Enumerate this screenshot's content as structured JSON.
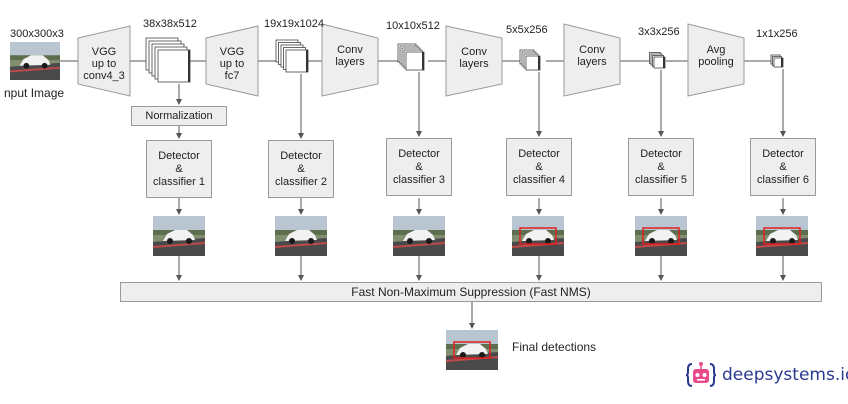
{
  "input": {
    "size_label": "300x300x3",
    "caption": "nput Image"
  },
  "stages": [
    {
      "label": "VGG\nup to\nconv4_3"
    },
    {
      "label": "VGG\nup to\nfc7"
    },
    {
      "label": "Conv\nlayers"
    },
    {
      "label": "Conv\nlayers"
    },
    {
      "label": "Conv\nlayers"
    },
    {
      "label": "Avg\npooling"
    }
  ],
  "feature_maps": [
    "38x38x512",
    "19x19x1024",
    "10x10x512",
    "5x5x256",
    "3x3x256",
    "1x1x256"
  ],
  "normalization_label": "Normalization",
  "detectors": [
    {
      "label": "Detector\n&\nclassifier 1",
      "has_box": false
    },
    {
      "label": "Detector\n&\nclassifier 2",
      "has_box": false
    },
    {
      "label": "Detector\n&\nclassifier 3",
      "has_box": false
    },
    {
      "label": "Detector\n&\nclassifier 4",
      "has_box": true
    },
    {
      "label": "Detector\n&\nclassifier 5",
      "has_box": true
    },
    {
      "label": "Detector\n&\nclassifier 6",
      "has_box": true
    }
  ],
  "nms_label": "Fast Non-Maximum Suppression (Fast NMS)",
  "final_label": "Final detections",
  "brand": {
    "name": "deepsystems.io",
    "icon": "robot-logo-icon",
    "color": "#2b3a8f"
  },
  "colors": {
    "box_fill": "#eeeeee",
    "box_border": "#9a9a9a",
    "detection_box": "#e02020",
    "line": "#555555"
  }
}
